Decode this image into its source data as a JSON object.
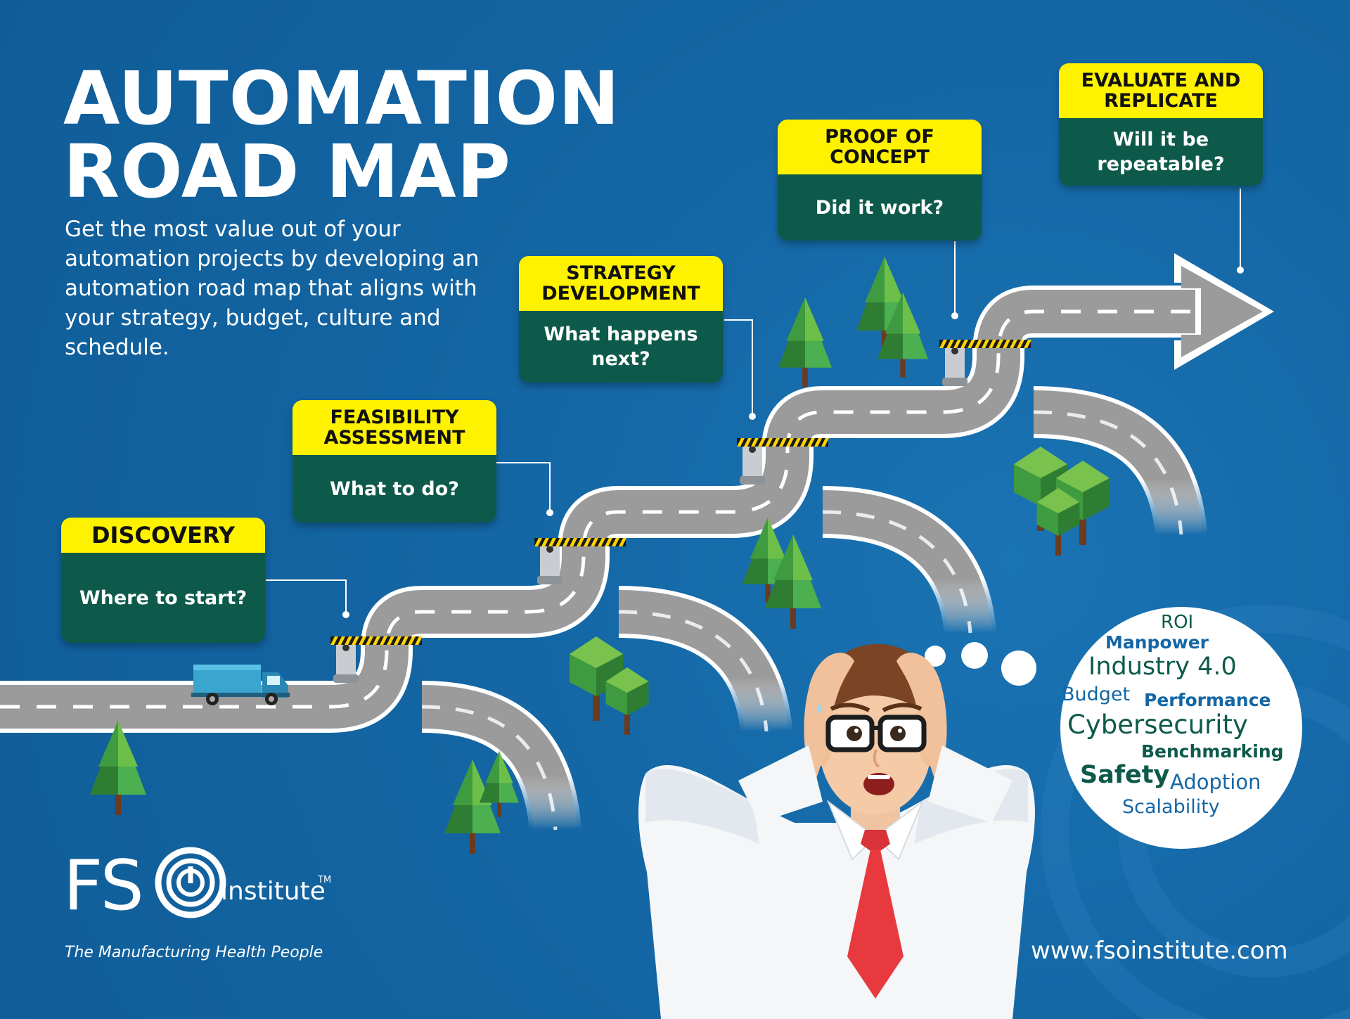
{
  "title": {
    "line1": "AUTOMATION",
    "line2": "ROAD MAP"
  },
  "intro": "Get the most value out of your automation projects by developing an automation road map that aligns with your strategy, budget, culture and schedule.",
  "stages": [
    {
      "name": "DISCOVERY",
      "question": "Where to start?"
    },
    {
      "name": "FEASIBILITY ASSESSMENT",
      "question": "What to do?"
    },
    {
      "name": "STRATEGY DEVELOPMENT",
      "question": "What happens next?"
    },
    {
      "name": "PROOF OF CONCEPT",
      "question": "Did it work?"
    },
    {
      "name": "EVALUATE AND REPLICATE",
      "question": "Will it be repeatable?"
    }
  ],
  "thought_words": [
    "ROI",
    "Manpower",
    "Industry 4.0",
    "Budget",
    "Performance",
    "Cybersecurity",
    "Benchmarking",
    "Safety",
    "Adoption",
    "Scalability"
  ],
  "brand": {
    "logo_fs": "FS",
    "logo_institute": "institute",
    "trademark": "TM",
    "tagline": "The Manufacturing Health People"
  },
  "website": "www.fsoinstitute.com",
  "colors": {
    "background": "#1466a4",
    "card_header": "#fff200",
    "card_body": "#0d5a4a",
    "road": "#9a9a9a",
    "tree": "#3f9b3f",
    "bubble_green": "#0d5a4a",
    "bubble_blue": "#1466a4",
    "tie": "#e8393f"
  }
}
